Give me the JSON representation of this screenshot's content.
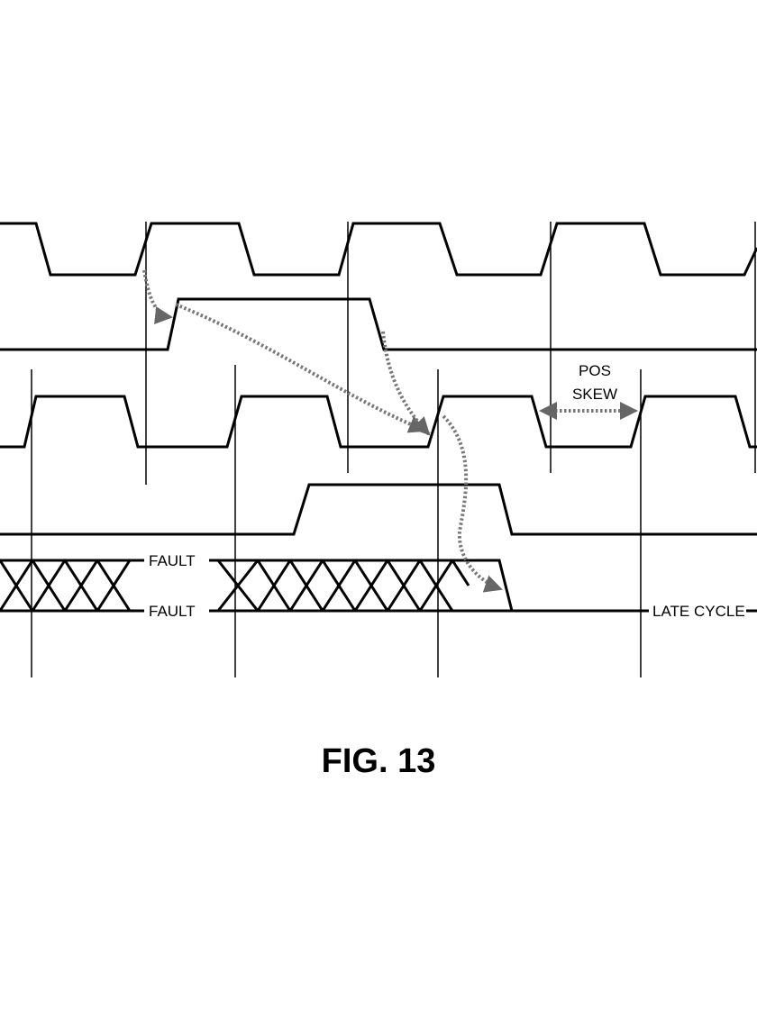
{
  "figure": {
    "caption": "FIG. 13",
    "labels": {
      "pos": "POS",
      "skew": "SKEW",
      "fault_top": "FAULT",
      "fault_bottom": "FAULT",
      "late_cycle": "LATE CYCLE"
    },
    "colors": {
      "ink": "#000000",
      "causal_arrows": "#777777",
      "background": "#ffffff"
    }
  }
}
